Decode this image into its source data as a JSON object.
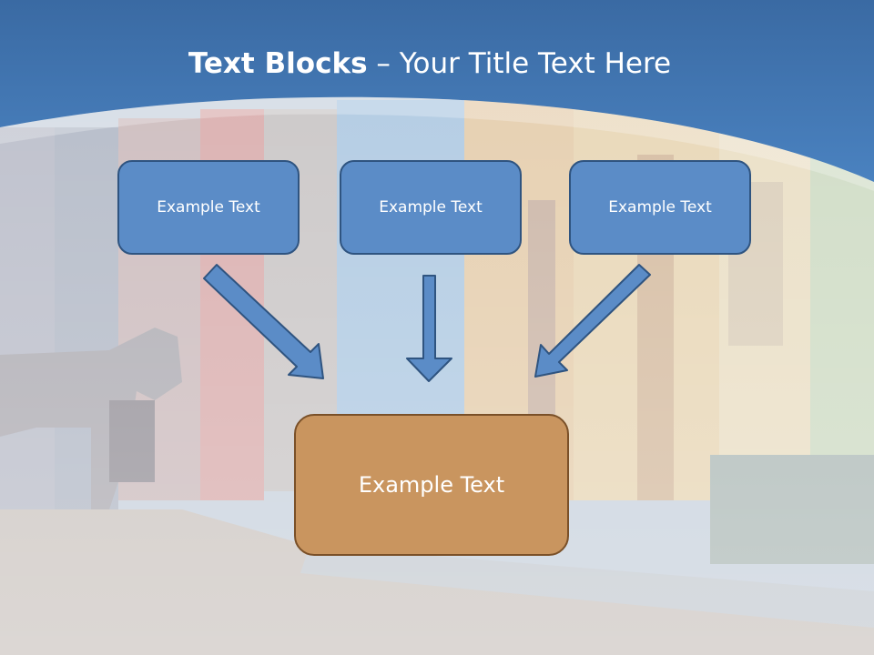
{
  "title": {
    "bold": "Text Blocks",
    "dash": " – ",
    "rest": "Your Title Text Here"
  },
  "blocks": [
    {
      "label": "Example Text"
    },
    {
      "label": "Example Text"
    },
    {
      "label": "Example Text"
    }
  ],
  "target": {
    "label": "Example Text"
  },
  "colors": {
    "header_blue": "#3f74ad",
    "block_fill": "#5b8cc7",
    "block_border": "#2f5480",
    "target_fill": "#c9955f",
    "target_border": "#7a5028",
    "arrow_fill": "#5b8cc7"
  }
}
